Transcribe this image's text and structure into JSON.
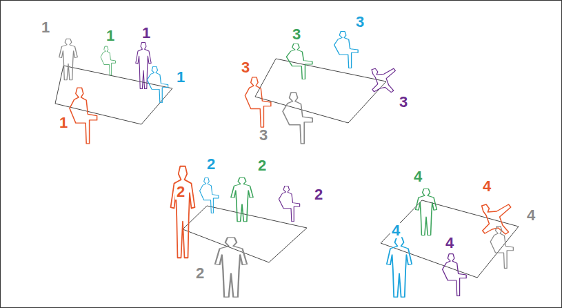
{
  "diagram": {
    "labels": [
      "1",
      "1",
      "1",
      "1",
      "1",
      "3",
      "3",
      "3",
      "3",
      "3",
      "2",
      "2",
      "2",
      "2",
      "2",
      "4",
      "4",
      "4",
      "4",
      "4"
    ]
  }
}
